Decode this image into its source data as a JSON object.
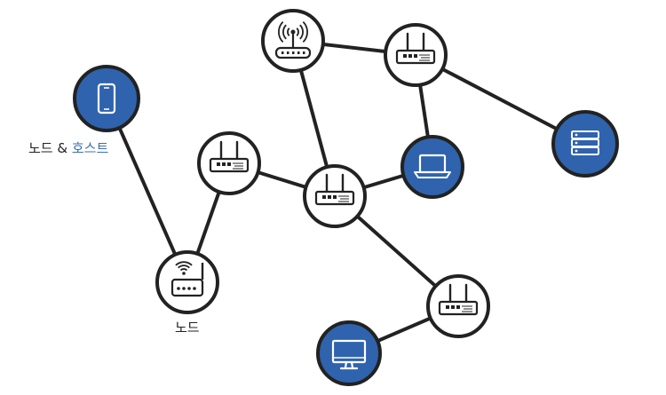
{
  "labels": {
    "node_host_prefix": "노드 & ",
    "node_host_accent": "호스트",
    "node": "노드"
  },
  "colors": {
    "host_fill": "#2f63ad",
    "node_fill": "#ffffff",
    "stroke": "#222222",
    "accent_text": "#3a6fb0"
  },
  "nodes": [
    {
      "id": "phone",
      "kind": "host",
      "icon": "smartphone-icon"
    },
    {
      "id": "access-point",
      "kind": "node",
      "icon": "wifi-access-point-icon"
    },
    {
      "id": "router-left",
      "kind": "node",
      "icon": "router-icon"
    },
    {
      "id": "router-center",
      "kind": "node",
      "icon": "router-icon"
    },
    {
      "id": "wifi-router-top",
      "kind": "node",
      "icon": "wifi-router-icon"
    },
    {
      "id": "router-top-right",
      "kind": "node",
      "icon": "router-icon"
    },
    {
      "id": "laptop",
      "kind": "host",
      "icon": "laptop-icon"
    },
    {
      "id": "server",
      "kind": "host",
      "icon": "server-icon"
    },
    {
      "id": "router-bottom-right",
      "kind": "node",
      "icon": "router-icon"
    },
    {
      "id": "monitor",
      "kind": "host",
      "icon": "monitor-icon"
    }
  ],
  "edges": [
    [
      "phone",
      "access-point"
    ],
    [
      "access-point",
      "router-left"
    ],
    [
      "router-left",
      "router-center"
    ],
    [
      "router-center",
      "wifi-router-top"
    ],
    [
      "router-center",
      "laptop"
    ],
    [
      "router-center",
      "router-bottom-right"
    ],
    [
      "wifi-router-top",
      "router-top-right"
    ],
    [
      "router-top-right",
      "laptop"
    ],
    [
      "router-top-right",
      "server"
    ],
    [
      "router-bottom-right",
      "monitor"
    ]
  ]
}
